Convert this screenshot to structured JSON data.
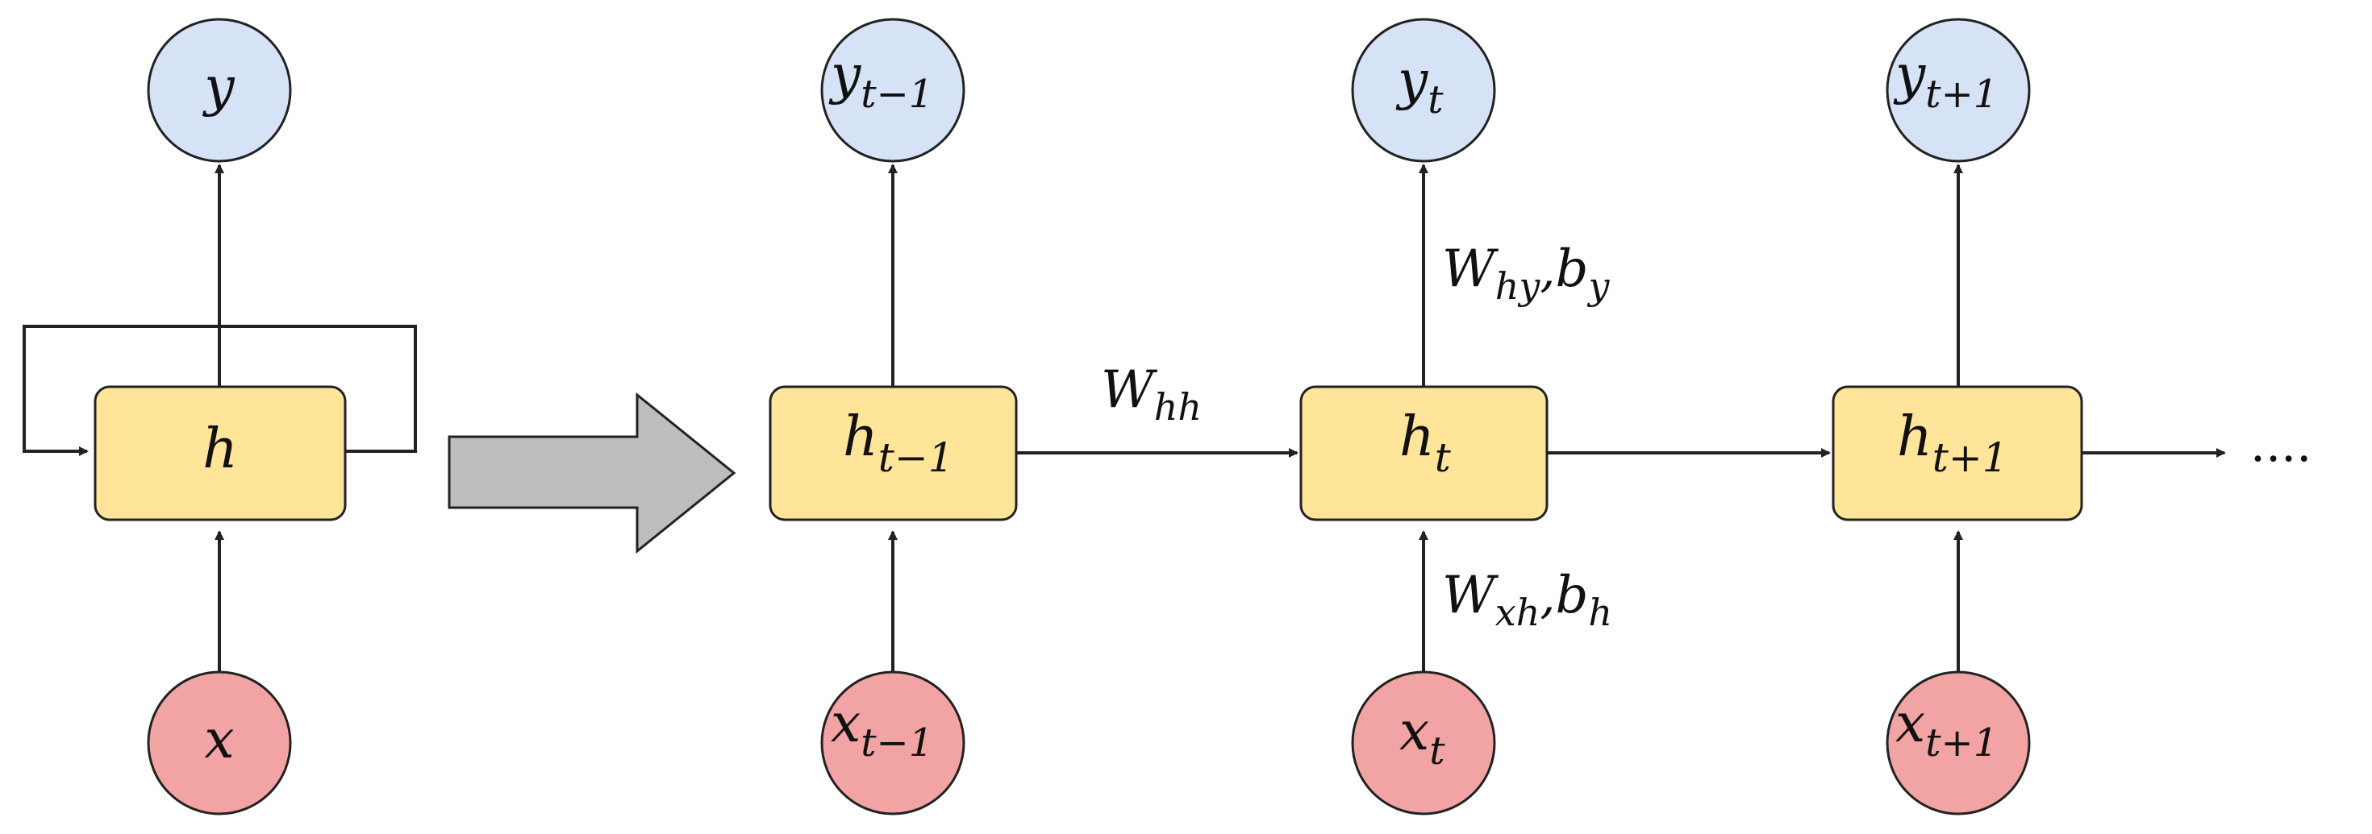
{
  "colors": {
    "output_fill": "#d6e2f5",
    "hidden_fill": "#ffe59a",
    "input_fill": "#f2a3a3",
    "stroke": "#222222",
    "big_arrow_fill": "#bdbdbd"
  },
  "folded": {
    "output": "y",
    "hidden": "h",
    "input": "x"
  },
  "steps": [
    {
      "output": "y",
      "output_sub": "t−1",
      "hidden": "h",
      "hidden_sub": "t−1",
      "input": "x",
      "input_sub": "t−1"
    },
    {
      "output": "y",
      "output_sub": "t",
      "hidden": "h",
      "hidden_sub": "t",
      "input": "x",
      "input_sub": "t"
    },
    {
      "output": "y",
      "output_sub": "t+1",
      "hidden": "h",
      "hidden_sub": "t+1",
      "input": "x",
      "input_sub": "t+1"
    }
  ],
  "weights": {
    "hh_main": "W",
    "hh_sub": "hh",
    "hy_main": "W",
    "hy_sub": "hy",
    "hy_sep": ",",
    "by_main": "b",
    "by_sub": "y",
    "xh_main": "W",
    "xh_sub": "xh",
    "xh_sep": ",",
    "bh_main": "b",
    "bh_sub": "h"
  },
  "ellipsis": "····"
}
